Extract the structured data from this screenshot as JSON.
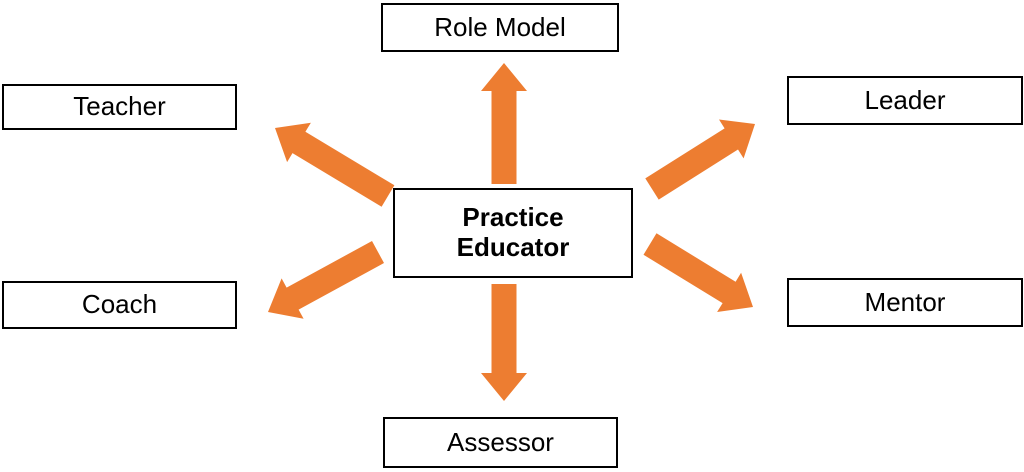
{
  "diagram": {
    "center": {
      "label": "Practice Educator"
    },
    "roles": [
      {
        "id": "role-model",
        "label": "Role Model",
        "position": "top"
      },
      {
        "id": "teacher",
        "label": "Teacher",
        "position": "top-left"
      },
      {
        "id": "leader",
        "label": "Leader",
        "position": "top-right"
      },
      {
        "id": "coach",
        "label": "Coach",
        "position": "bottom-left"
      },
      {
        "id": "mentor",
        "label": "Mentor",
        "position": "bottom-right"
      },
      {
        "id": "assessor",
        "label": "Assessor",
        "position": "bottom"
      }
    ],
    "colors": {
      "arrow": "#ED7D31",
      "box_border": "#000000",
      "box_fill": "#FFFFFF",
      "text": "#000000",
      "background": "#FFFFFF"
    }
  }
}
